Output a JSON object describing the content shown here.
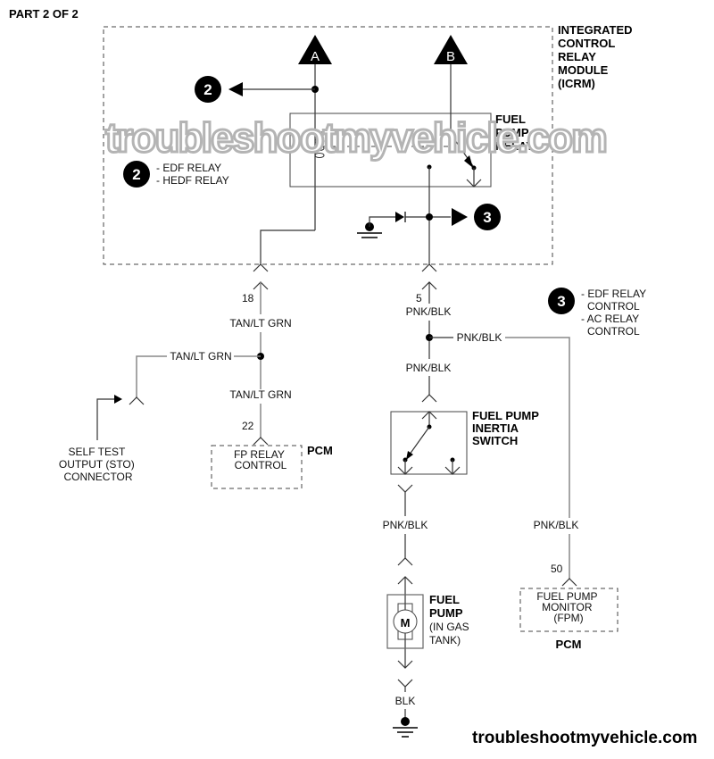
{
  "page": {
    "part_label": "PART 2 OF 2",
    "watermark": "troubleshootmyvehicle.com",
    "footer": "troubleshootmyvehicle.com"
  },
  "icrm": {
    "title_lines": [
      "INTEGRATED",
      "CONTROL",
      "RELAY",
      "MODULE",
      "(ICRM)"
    ],
    "relay_lines": [
      "FUEL",
      "PUMP",
      "RELAY"
    ],
    "connector_a": "A",
    "connector_b": "B",
    "ref2": "2",
    "ref3": "3"
  },
  "legend2": {
    "number": "2",
    "lines": [
      "- EDF RELAY",
      "- HEDF RELAY"
    ]
  },
  "legend3": {
    "number": "3",
    "lines": [
      "- EDF RELAY",
      "  CONTROL",
      "- AC RELAY",
      "  CONTROL"
    ]
  },
  "left_circuit": {
    "pin_top": "18",
    "wire_upper": "TAN/LT GRN",
    "wire_branch": "TAN/LT GRN",
    "wire_lower": "TAN/LT GRN",
    "pin_bottom": "22",
    "sto_lines": [
      "SELF TEST",
      "OUTPUT (STO)",
      "CONNECTOR"
    ],
    "pcm_box_lines": [
      "FP RELAY",
      "CONTROL"
    ],
    "pcm_label": "PCM"
  },
  "right_circuit": {
    "pin_top": "5",
    "wire_1": "PNK/BLK",
    "wire_branch": "PNK/BLK",
    "wire_2": "PNK/BLK",
    "inertia_lines": [
      "FUEL PUMP",
      "INERTIA",
      "SWITCH"
    ],
    "wire_3": "PNK/BLK",
    "pump_lines": [
      "FUEL",
      "PUMP",
      "(IN GAS",
      "TANK)"
    ],
    "motor_letter": "M",
    "ground_wire": "BLK",
    "fpm_wire": "PNK/BLK",
    "fpm_pin": "50",
    "fpm_box_lines": [
      "FUEL PUMP",
      "MONITOR",
      "(FPM)"
    ],
    "fpm_pcm_label": "PCM"
  }
}
